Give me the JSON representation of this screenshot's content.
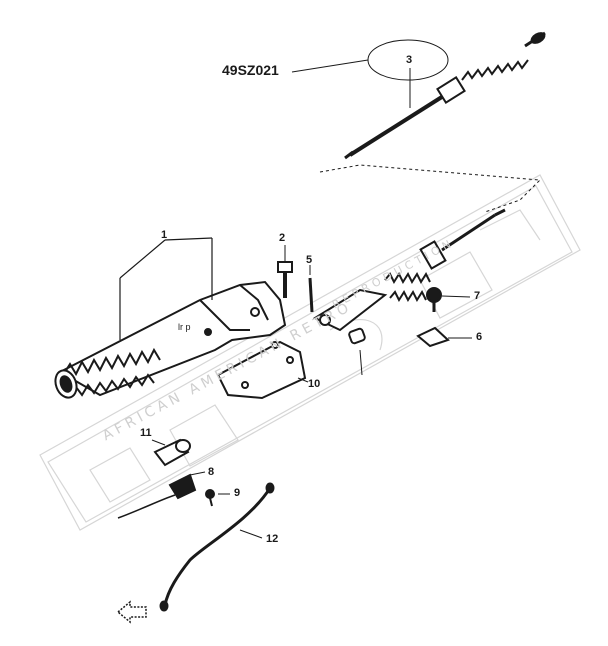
{
  "part_code": "49SZ021",
  "callouts": [
    "1",
    "2",
    "3",
    "5",
    "6",
    "7",
    "8",
    "9",
    "10",
    "11",
    "12"
  ],
  "watermark": {
    "brand_text": "AFRICAN AMERICAN RETRO",
    "tagline": "REPRODUCTION"
  },
  "colors": {
    "ink": "#1a1a1a",
    "watermark": "#cfcfcf",
    "background": "#ffffff"
  }
}
